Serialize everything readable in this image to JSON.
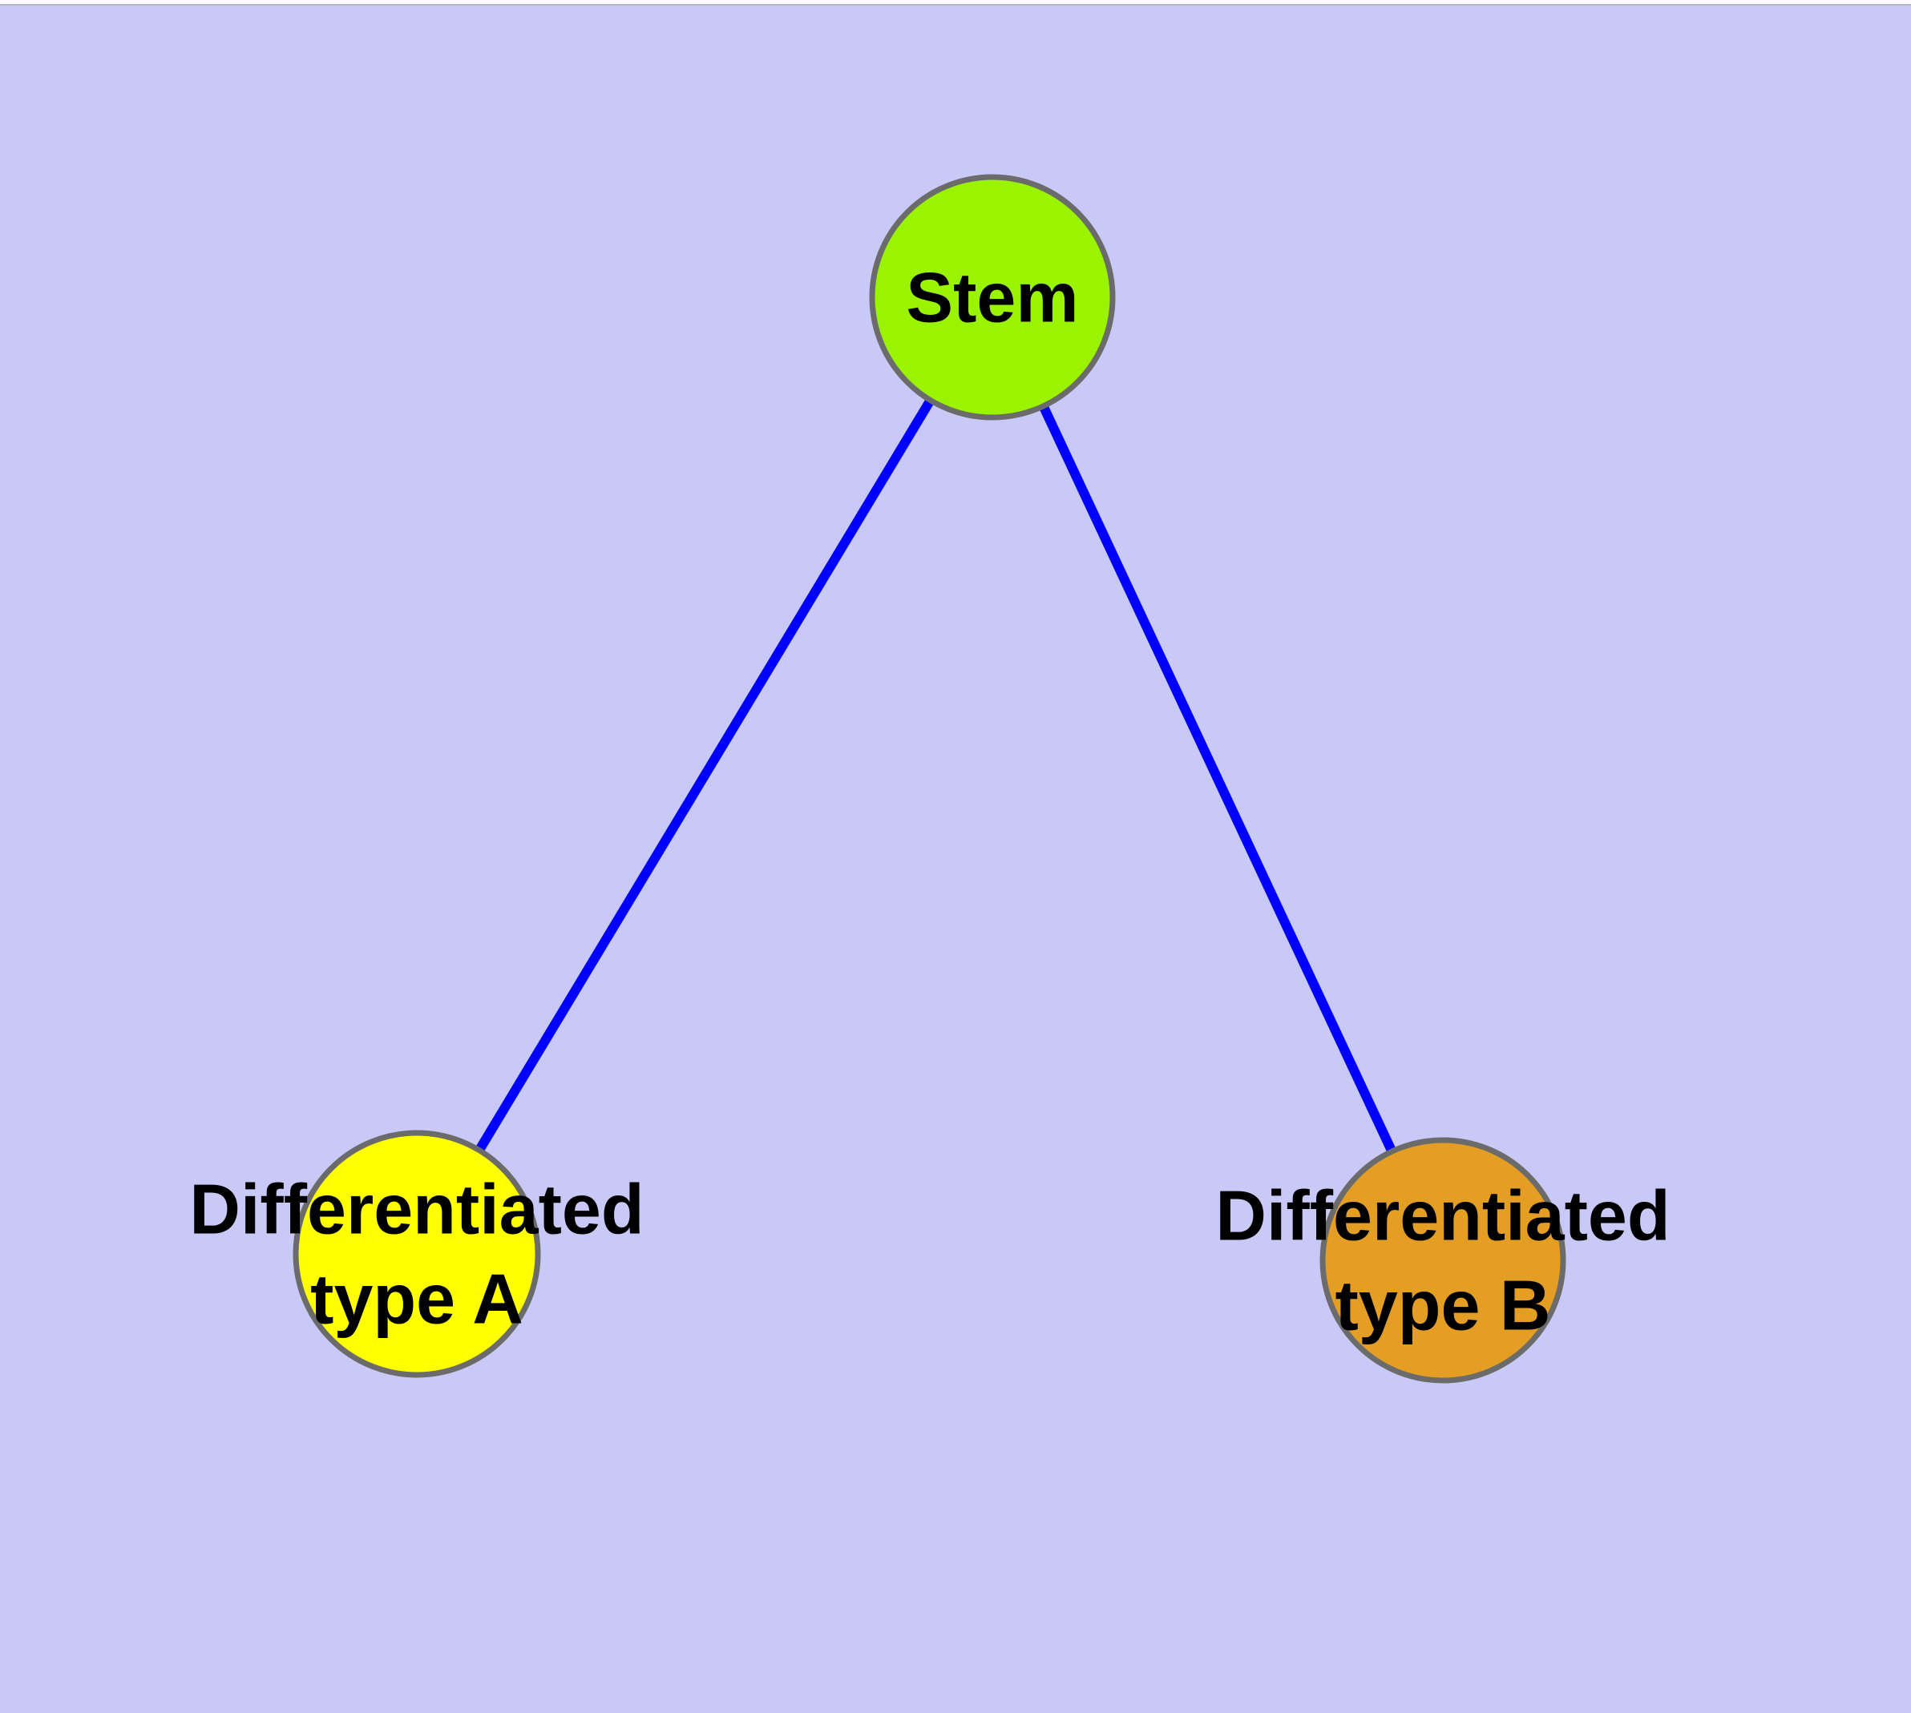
{
  "styles": {
    "background": "#C9C9F7",
    "top_strip": "#FCFCFE",
    "top_strip_line": "#B3B3C9",
    "node_stroke": "#6B6B6B",
    "edge_color": "#0000FF",
    "label_color": "#000000"
  },
  "nodes": [
    {
      "id": "stem",
      "label_lines": [
        "Stem"
      ],
      "fill": "#9AF400"
    },
    {
      "id": "typeA",
      "label_lines": [
        "Differentiated",
        "type A"
      ],
      "fill": "#FFFF00"
    },
    {
      "id": "typeB",
      "label_lines": [
        "Differentiated",
        "type B"
      ],
      "fill": "#E39E23"
    }
  ],
  "edges": [
    {
      "from": "stem",
      "to": "typeA"
    },
    {
      "from": "stem",
      "to": "typeB"
    }
  ]
}
